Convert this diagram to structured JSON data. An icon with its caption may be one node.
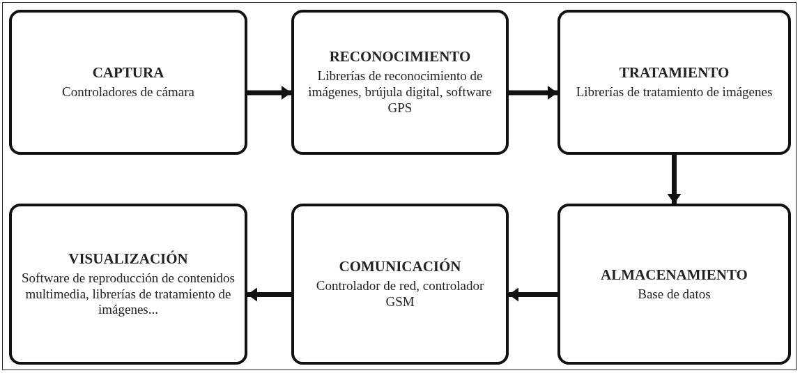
{
  "diagram": {
    "nodes": [
      {
        "text": [
          "CAPTURA",
          "Controladores de cámara"
        ]
      },
      {
        "text": [
          "RECONOCIMIENTO",
          "Librerías de reconocimiento de imágenes, brújula digital, software GPS"
        ]
      },
      {
        "text": [
          "TRATAMIENTO",
          "Librerías de tratamiento de imágenes"
        ]
      },
      {
        "text": [
          "ALMACENAMIENTO",
          "Base de datos"
        ]
      },
      {
        "text": [
          "COMUNICACIÓN",
          "Controlador de red, controlador GSM"
        ]
      },
      {
        "text": [
          "VISUALIZACIÓN",
          "Software de reproducción de contenidos multimedia, librerías de tratamiento de imágenes..."
        ]
      }
    ],
    "edges": [
      {
        "from": 0,
        "to": 1,
        "arrow": "to"
      },
      {
        "from": 1,
        "to": 2,
        "arrow": "to"
      },
      {
        "from": 2,
        "to": 3,
        "arrow": "to"
      },
      {
        "from": 3,
        "to": 4,
        "arrow": "to"
      },
      {
        "from": 4,
        "to": 5,
        "arrow": "to"
      }
    ]
  }
}
